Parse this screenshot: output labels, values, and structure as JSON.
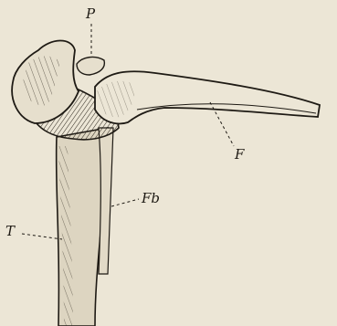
{
  "figure": {
    "background": "#ece6d6",
    "ink": "#1e1a14",
    "labels": {
      "p": "P",
      "f": "F",
      "fb": "Fb",
      "t": "T"
    }
  }
}
